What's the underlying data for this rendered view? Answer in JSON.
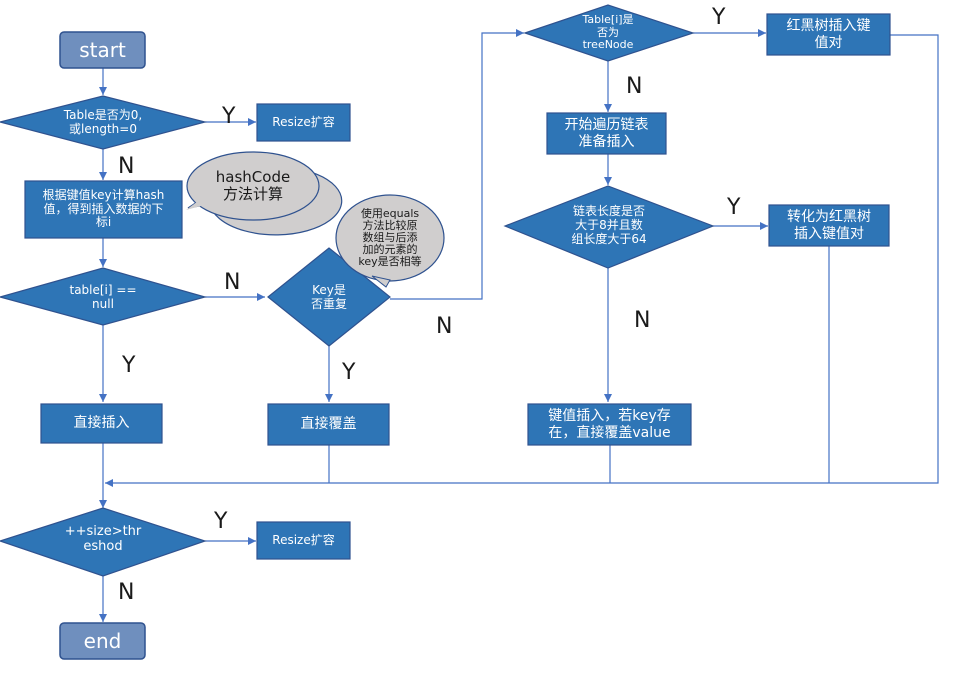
{
  "nodes": {
    "start": "start",
    "d_table_zero": "Table是否为0,\n或length=0",
    "resize_1": "Resize扩容",
    "calc_index": "根据键值key计算hash\n值，得到插入数据的下\n标i",
    "callout_hashcode": "hashCode\n方法计算",
    "d_table_i_null": "table[i] ==\nnull",
    "direct_insert": "直接插入",
    "d_key_dup": "Key是\n否重复",
    "callout_equals": "使用equals\n方法比较原\n数组与后添\n加的元素的\nkey是否相等",
    "direct_overwrite": "直接覆盖",
    "d_treenode": "Table[i]是\n否为\ntreeNode",
    "rbtree_insert": "红黑树插入键\n值对",
    "traverse_list": "开始遍历链表\n准备插入",
    "d_list_len": "链表长度是否\n大于8并且数\n组长度大于64",
    "to_rbtree": "转化为红黑树\n插入键值对",
    "kv_insert": "键值插入，若key存\n在，直接覆盖value",
    "d_size_threshold": "++size>thr\neshod",
    "resize_2": "Resize扩容",
    "end": "end"
  },
  "edge_labels": {
    "table_zero_yes": "Y",
    "table_zero_no": "N",
    "table_i_null_no": "N",
    "table_i_null_yes": "Y",
    "key_dup_yes": "Y",
    "key_dup_no": "N",
    "treenode_yes": "Y",
    "treenode_no": "N",
    "list_len_yes": "Y",
    "list_len_no": "N",
    "size_threshold_yes": "Y",
    "size_threshold_no": "N"
  },
  "colors": {
    "process_fill": "#2E75B6",
    "terminal_fill": "#6F8FBE",
    "decision_fill": "#2E75B6",
    "border": "#2F528F",
    "callout_fill": "#D0CECE",
    "callout_border": "#2F528F",
    "line": "#4472C4"
  }
}
